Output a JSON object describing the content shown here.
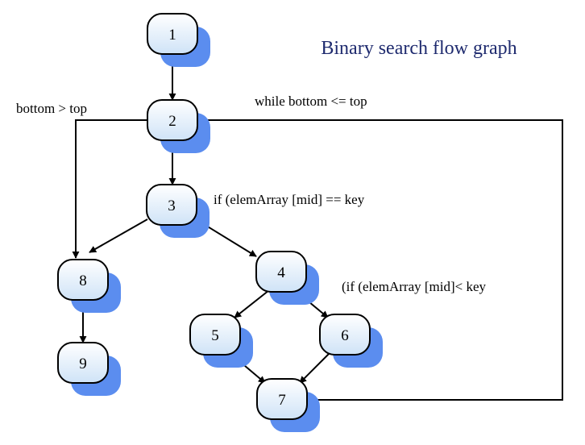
{
  "title": "Binary search flow graph",
  "colors": {
    "node_fill_top": "#ffffff",
    "node_fill_bottom": "#cfe3f7",
    "node_shadow": "#5b8def",
    "node_stroke": "#000000",
    "edge": "#000000",
    "title": "#1e2a6e"
  },
  "nodes": [
    {
      "id": "1",
      "label": "1"
    },
    {
      "id": "2",
      "label": "2"
    },
    {
      "id": "3",
      "label": "3"
    },
    {
      "id": "4",
      "label": "4"
    },
    {
      "id": "5",
      "label": "5"
    },
    {
      "id": "6",
      "label": "6"
    },
    {
      "id": "7",
      "label": "7"
    },
    {
      "id": "8",
      "label": "8"
    },
    {
      "id": "9",
      "label": "9"
    }
  ],
  "edges": [
    {
      "from": "1",
      "to": "2"
    },
    {
      "from": "2",
      "to": "3"
    },
    {
      "from": "2",
      "to": "8"
    },
    {
      "from": "3",
      "to": "8"
    },
    {
      "from": "3",
      "to": "4"
    },
    {
      "from": "4",
      "to": "5"
    },
    {
      "from": "4",
      "to": "6"
    },
    {
      "from": "5",
      "to": "7"
    },
    {
      "from": "6",
      "to": "7"
    },
    {
      "from": "8",
      "to": "9"
    },
    {
      "from": "7",
      "to": "2"
    }
  ],
  "edge_labels": {
    "bottom_gt_top": "bottom > top",
    "while_loop": "while bottom <= top",
    "if_equal": "if (elemArray [mid] == key",
    "if_less": "(if (elemArray [mid]< key"
  }
}
